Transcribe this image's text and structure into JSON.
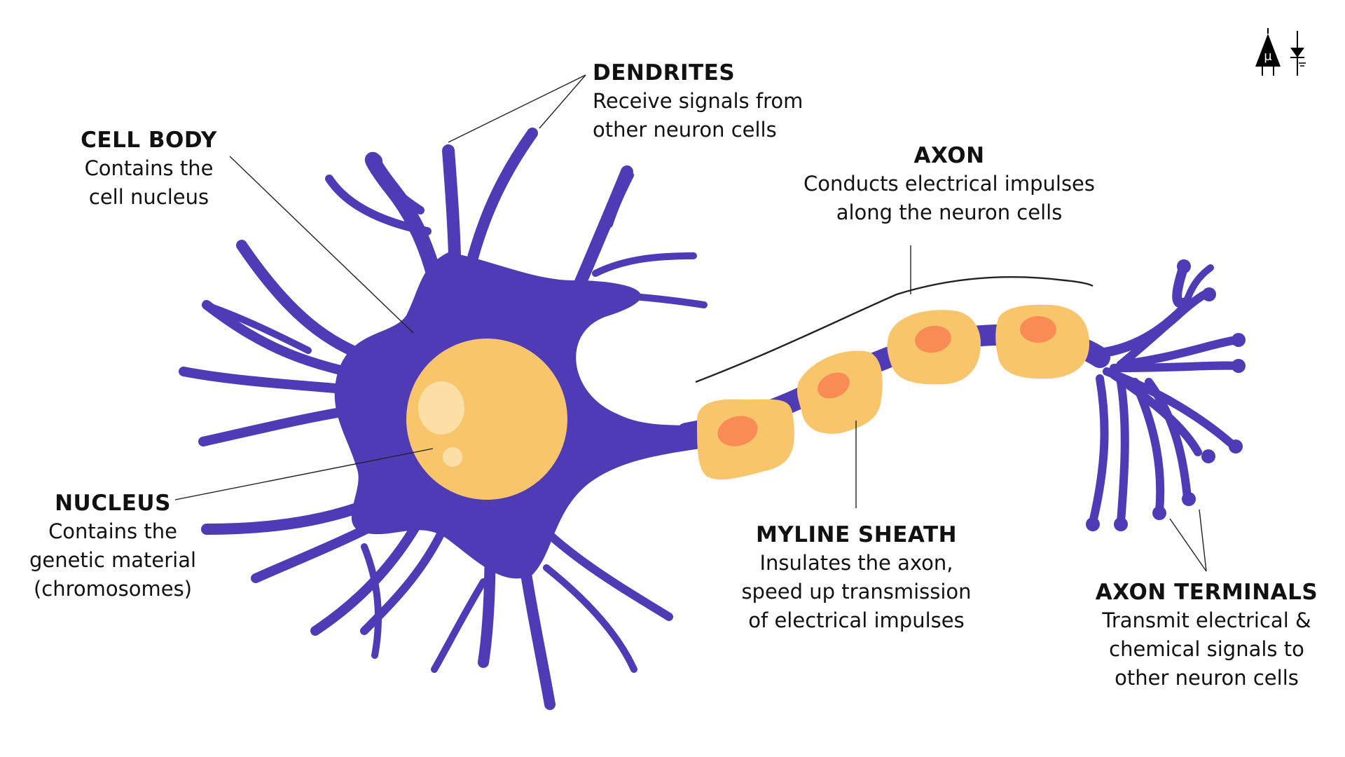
{
  "labels": {
    "dendrites": {
      "title": "DENDRITES",
      "lines": [
        "Receive signals from",
        "other neuron cells"
      ]
    },
    "cell_body": {
      "title": "CELL BODY",
      "lines": [
        "Contains the",
        "cell nucleus"
      ]
    },
    "axon": {
      "title": "AXON",
      "lines": [
        "Conducts electrical impulses",
        "along the neuron cells"
      ]
    },
    "nucleus": {
      "title": "NUCLEUS",
      "lines": [
        "Contains the",
        "genetic material",
        "(chromosomes)"
      ]
    },
    "myline_sheath": {
      "title": "MYLINE SHEATH",
      "lines": [
        "Insulates the axon,",
        "speed up transmission",
        "of electrical impulses"
      ]
    },
    "axon_terminals": {
      "title": "AXON TERMINALS",
      "lines": [
        "Transmit electrical &",
        "chemical signals to",
        "other neuron cells"
      ]
    }
  },
  "logo": {
    "glyph": "μ"
  },
  "colors": {
    "neuron": "#4f3bb5",
    "nucleus": "#f8c56b",
    "nucleus_highlight": "#fcdfa6",
    "sheath": "#f8c56b",
    "sheath_core": "#f98c55",
    "line": "#222222"
  }
}
